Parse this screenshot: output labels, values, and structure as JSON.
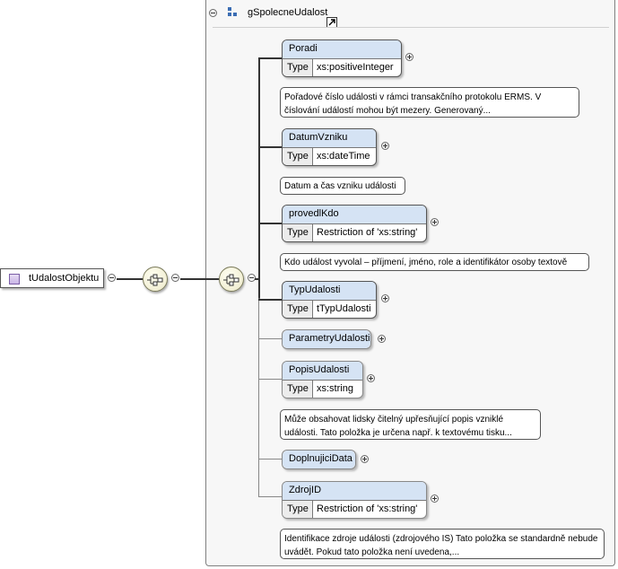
{
  "root": {
    "label": "tUdalostObjektu"
  },
  "group": {
    "title": "gSpolecneUdalost"
  },
  "elements": [
    {
      "name": "Poradi",
      "type_key": "Type",
      "type_value": "xs:positiveInteger",
      "note": "Pořadové číslo události v rámci transakčního protokolu ERMS. V číslování událostí mohou být mezery. Generovaný..."
    },
    {
      "name": "DatumVzniku",
      "type_key": "Type",
      "type_value": "xs:dateTime",
      "note": "Datum a čas vzniku události"
    },
    {
      "name": "provedlKdo",
      "type_key": "Type",
      "type_value": "Restriction of 'xs:string'",
      "note": "Kdo událost vyvolal – příjmení, jméno, role a identifikátor osoby textově"
    },
    {
      "name": "TypUdalosti",
      "type_key": "Type",
      "type_value": "tTypUdalosti"
    },
    {
      "name": "ParametryUdalosti"
    },
    {
      "name": "PopisUdalosti",
      "type_key": "Type",
      "type_value": "xs:string",
      "note": "Může obsahovat lidsky čitelný upřesňující popis vzniklé události. Tato položka je určena např. k textovému tisku..."
    },
    {
      "name": "DoplnujiciData"
    },
    {
      "name": "ZdrojID",
      "type_key": "Type",
      "type_value": "Restriction of 'xs:string'",
      "note": "Identifikace zdroje události (zdrojového IS) Tato položka se standardně nebude uvádět. Pokud tato položka není uvedena,..."
    }
  ]
}
